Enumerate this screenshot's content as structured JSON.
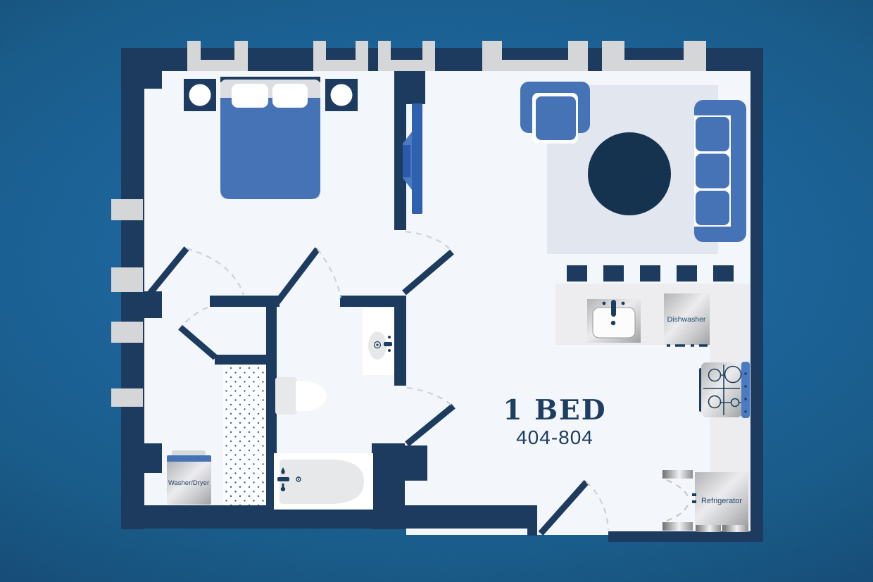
{
  "plan": {
    "title": "1 BED",
    "unit_range": "404-804",
    "labels": {
      "dishwasher": "Dishwasher",
      "refrigerator": "Refrigerator",
      "washer_dryer": "Washer/Dryer"
    },
    "icons": [
      "bed",
      "pillow",
      "nightstand-lamp",
      "tv",
      "armchair",
      "coffee-table",
      "sofa",
      "area-rug",
      "bar-stool",
      "window",
      "door-swing",
      "kitchen-sink",
      "dishwasher",
      "cooktop",
      "refrigerator",
      "entry-closet-doors",
      "vanity-sink",
      "toilet",
      "bathtub",
      "washer-dryer",
      "closet-carpet"
    ],
    "colors": {
      "background_center": "#17639d",
      "background_edge": "#0a2646",
      "wall_navy": "#1c3b5e",
      "furniture_blue": "#4673b5",
      "tv_blue": "#2e61af",
      "floor": "#f3f7fb",
      "rug": "#e2e6ef",
      "counter": "#ededef",
      "window_gray": "#d5d6d8",
      "appliance_gray": "#c9cacc",
      "text_navy": "#1e3d63"
    }
  }
}
